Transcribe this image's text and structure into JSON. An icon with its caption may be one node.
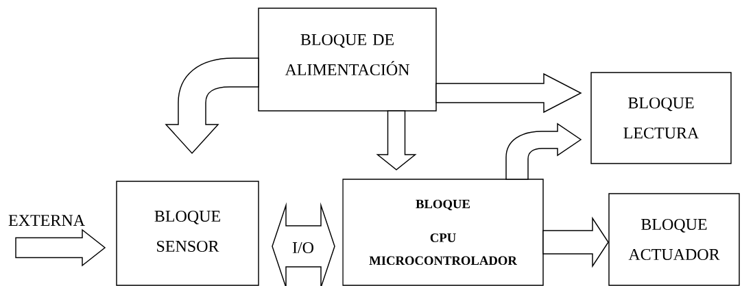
{
  "diagram": {
    "nodes": [
      {
        "text": [
          "BLOQUE DE ALIMENTACIÓN"
        ]
      },
      {
        "text": [
          "BLOQUE LECTURA"
        ]
      },
      {
        "text": [
          "BLOQUE SENSOR"
        ]
      },
      {
        "text": [
          "BLOQUE",
          "CPU",
          "MICROCONTROLADOR"
        ]
      },
      {
        "text": [
          "BLOQUE ACTUADOR"
        ]
      }
    ],
    "edges": [
      {
        "from": 0,
        "to": 2,
        "arrow": "to"
      },
      {
        "from": 0,
        "to": 1,
        "arrow": "to"
      },
      {
        "from": 0,
        "to": 3,
        "arrow": "to"
      },
      {
        "from": 3,
        "to": 1,
        "arrow": "to"
      },
      {
        "from": null,
        "to": 2,
        "arrow": "to",
        "label": "EXTERNA"
      },
      {
        "from": 2,
        "to": 3,
        "arrow": "both",
        "label": "I/O"
      },
      {
        "from": 3,
        "to": 4,
        "arrow": "to"
      }
    ]
  }
}
